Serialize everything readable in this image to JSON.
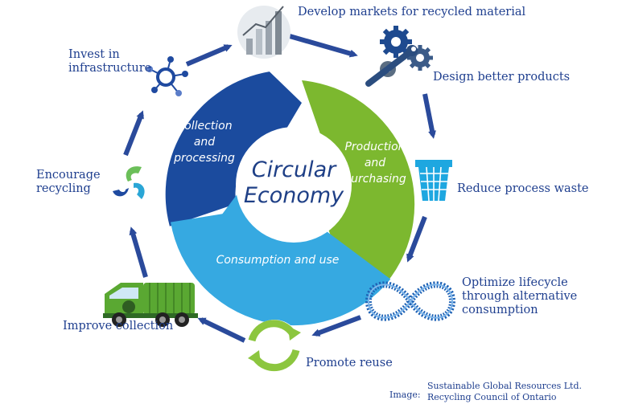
{
  "center": {
    "line1": "Circular",
    "line2": "Economy"
  },
  "segments": {
    "collection": {
      "line1": "Collection",
      "line2": "and",
      "line3": "processing"
    },
    "production": {
      "line1": "Production",
      "line2": "and",
      "line3": "purchasing"
    },
    "consumption": {
      "line1": "Consumption and use"
    }
  },
  "cycle_steps": [
    {
      "label": "Develop markets for recycled material",
      "icon": "bar-chart-growth-icon"
    },
    {
      "label": "Design better products",
      "icon": "gears-wrench-icon"
    },
    {
      "label": "Reduce process waste",
      "icon": "waste-bin-icon"
    },
    {
      "label_line1": "Optimize lifecycle",
      "label_line2": "through alternative",
      "label_line3": "consumption",
      "icon": "infinity-loop-icon"
    },
    {
      "label": "Promote reuse",
      "icon": "reuse-arrows-icon"
    },
    {
      "label": "Improve collection",
      "icon": "garbage-truck-icon"
    },
    {
      "label_line1": "Encourage",
      "label_line2": "recycling",
      "icon": "recycle-icon"
    },
    {
      "label_line1": "Invest in",
      "label_line2": "infrastructure",
      "icon": "network-node-icon"
    }
  ],
  "credit": {
    "prefix": "Image:",
    "line1": "Sustainable Global Resources Ltd.",
    "line2": "Recycling Council of Ontario"
  },
  "colors": {
    "dark_blue": "#1b4b9e",
    "green": "#7cb82f",
    "light_blue": "#36a9e1",
    "arrow_blue": "#2a4a9b",
    "label_text": "#1f3f8f"
  }
}
